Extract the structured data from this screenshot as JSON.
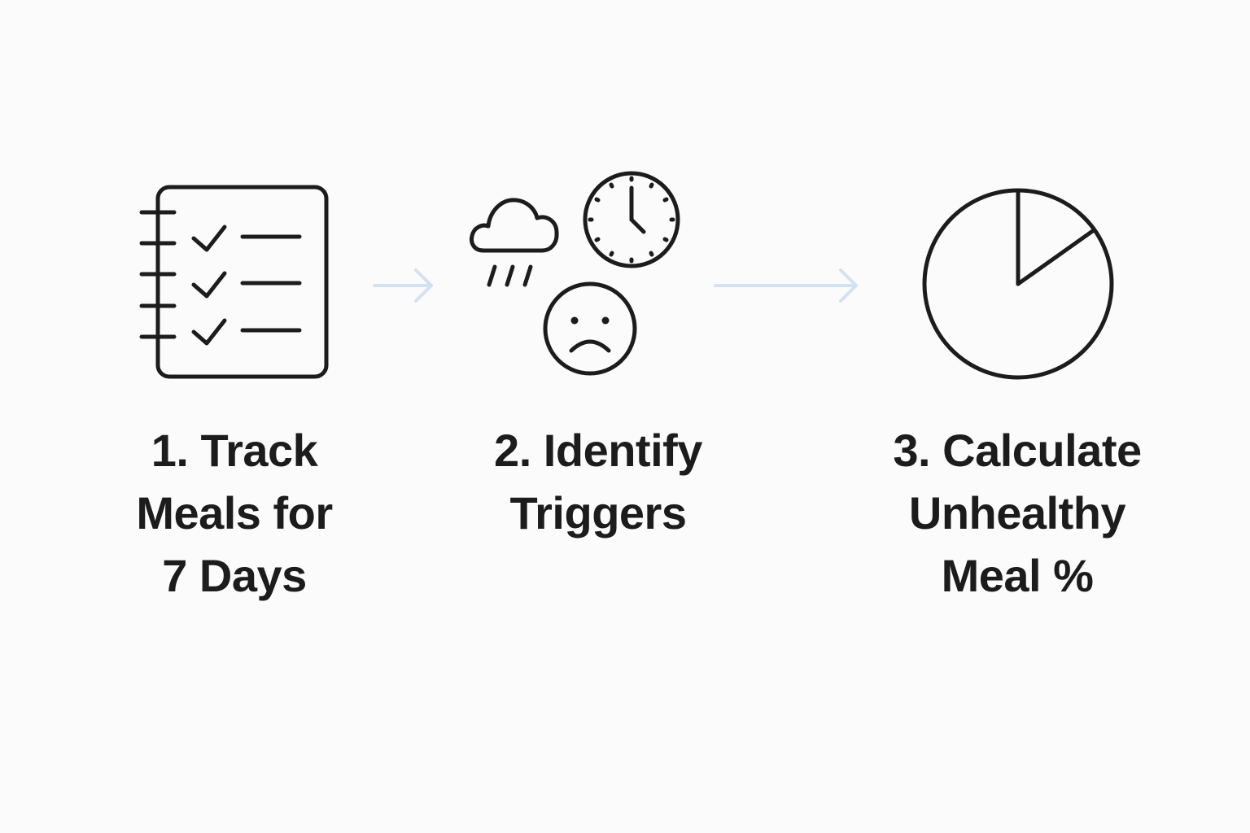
{
  "steps": [
    {
      "lines": [
        "1. Track",
        "Meals for",
        "7 Days"
      ],
      "icon": "checklist-notebook-icon"
    },
    {
      "lines": [
        "2. Identify",
        "Triggers"
      ],
      "icons": [
        "rain-cloud-icon",
        "clock-icon",
        "sad-face-icon"
      ]
    },
    {
      "lines": [
        "3. Calculate",
        "Unhealthy",
        "Meal %"
      ],
      "icon": "pie-chart-icon"
    }
  ],
  "arrows": [
    "arrow-right-icon",
    "arrow-right-icon"
  ],
  "colors": {
    "background": "#fbfbfb",
    "ink": "#1c1c1c",
    "arrow": "#d2e2f2"
  }
}
